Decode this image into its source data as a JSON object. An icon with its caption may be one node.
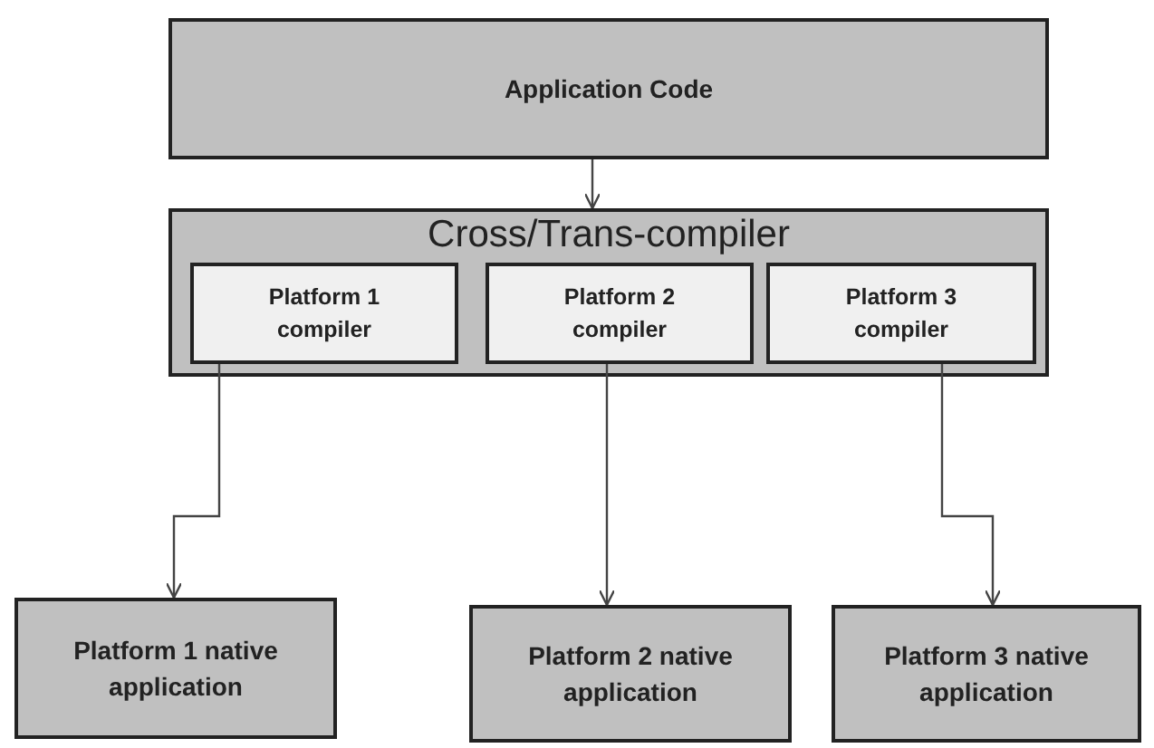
{
  "diagram": {
    "nodes": [
      {
        "text": [
          "Application Code"
        ]
      },
      {
        "text": [
          "Cross/Trans-compiler"
        ]
      },
      {
        "text": [
          "Platform 1 compiler"
        ],
        "in": 1
      },
      {
        "text": [
          "Platform 2 compiler"
        ],
        "in": 1
      },
      {
        "text": [
          "Platform 3 compiler"
        ],
        "in": 1
      },
      {
        "text": [
          "Platform 1 native application"
        ]
      },
      {
        "text": [
          "Platform 2 native application"
        ]
      },
      {
        "text": [
          "Platform 3 native application"
        ]
      }
    ],
    "edges": [
      {
        "from": 0,
        "to": 1,
        "arrow": "to"
      },
      {
        "from": 2,
        "to": 5,
        "arrow": "to"
      },
      {
        "from": 3,
        "to": 6,
        "arrow": "to"
      },
      {
        "from": 4,
        "to": 7,
        "arrow": "to"
      }
    ]
  }
}
